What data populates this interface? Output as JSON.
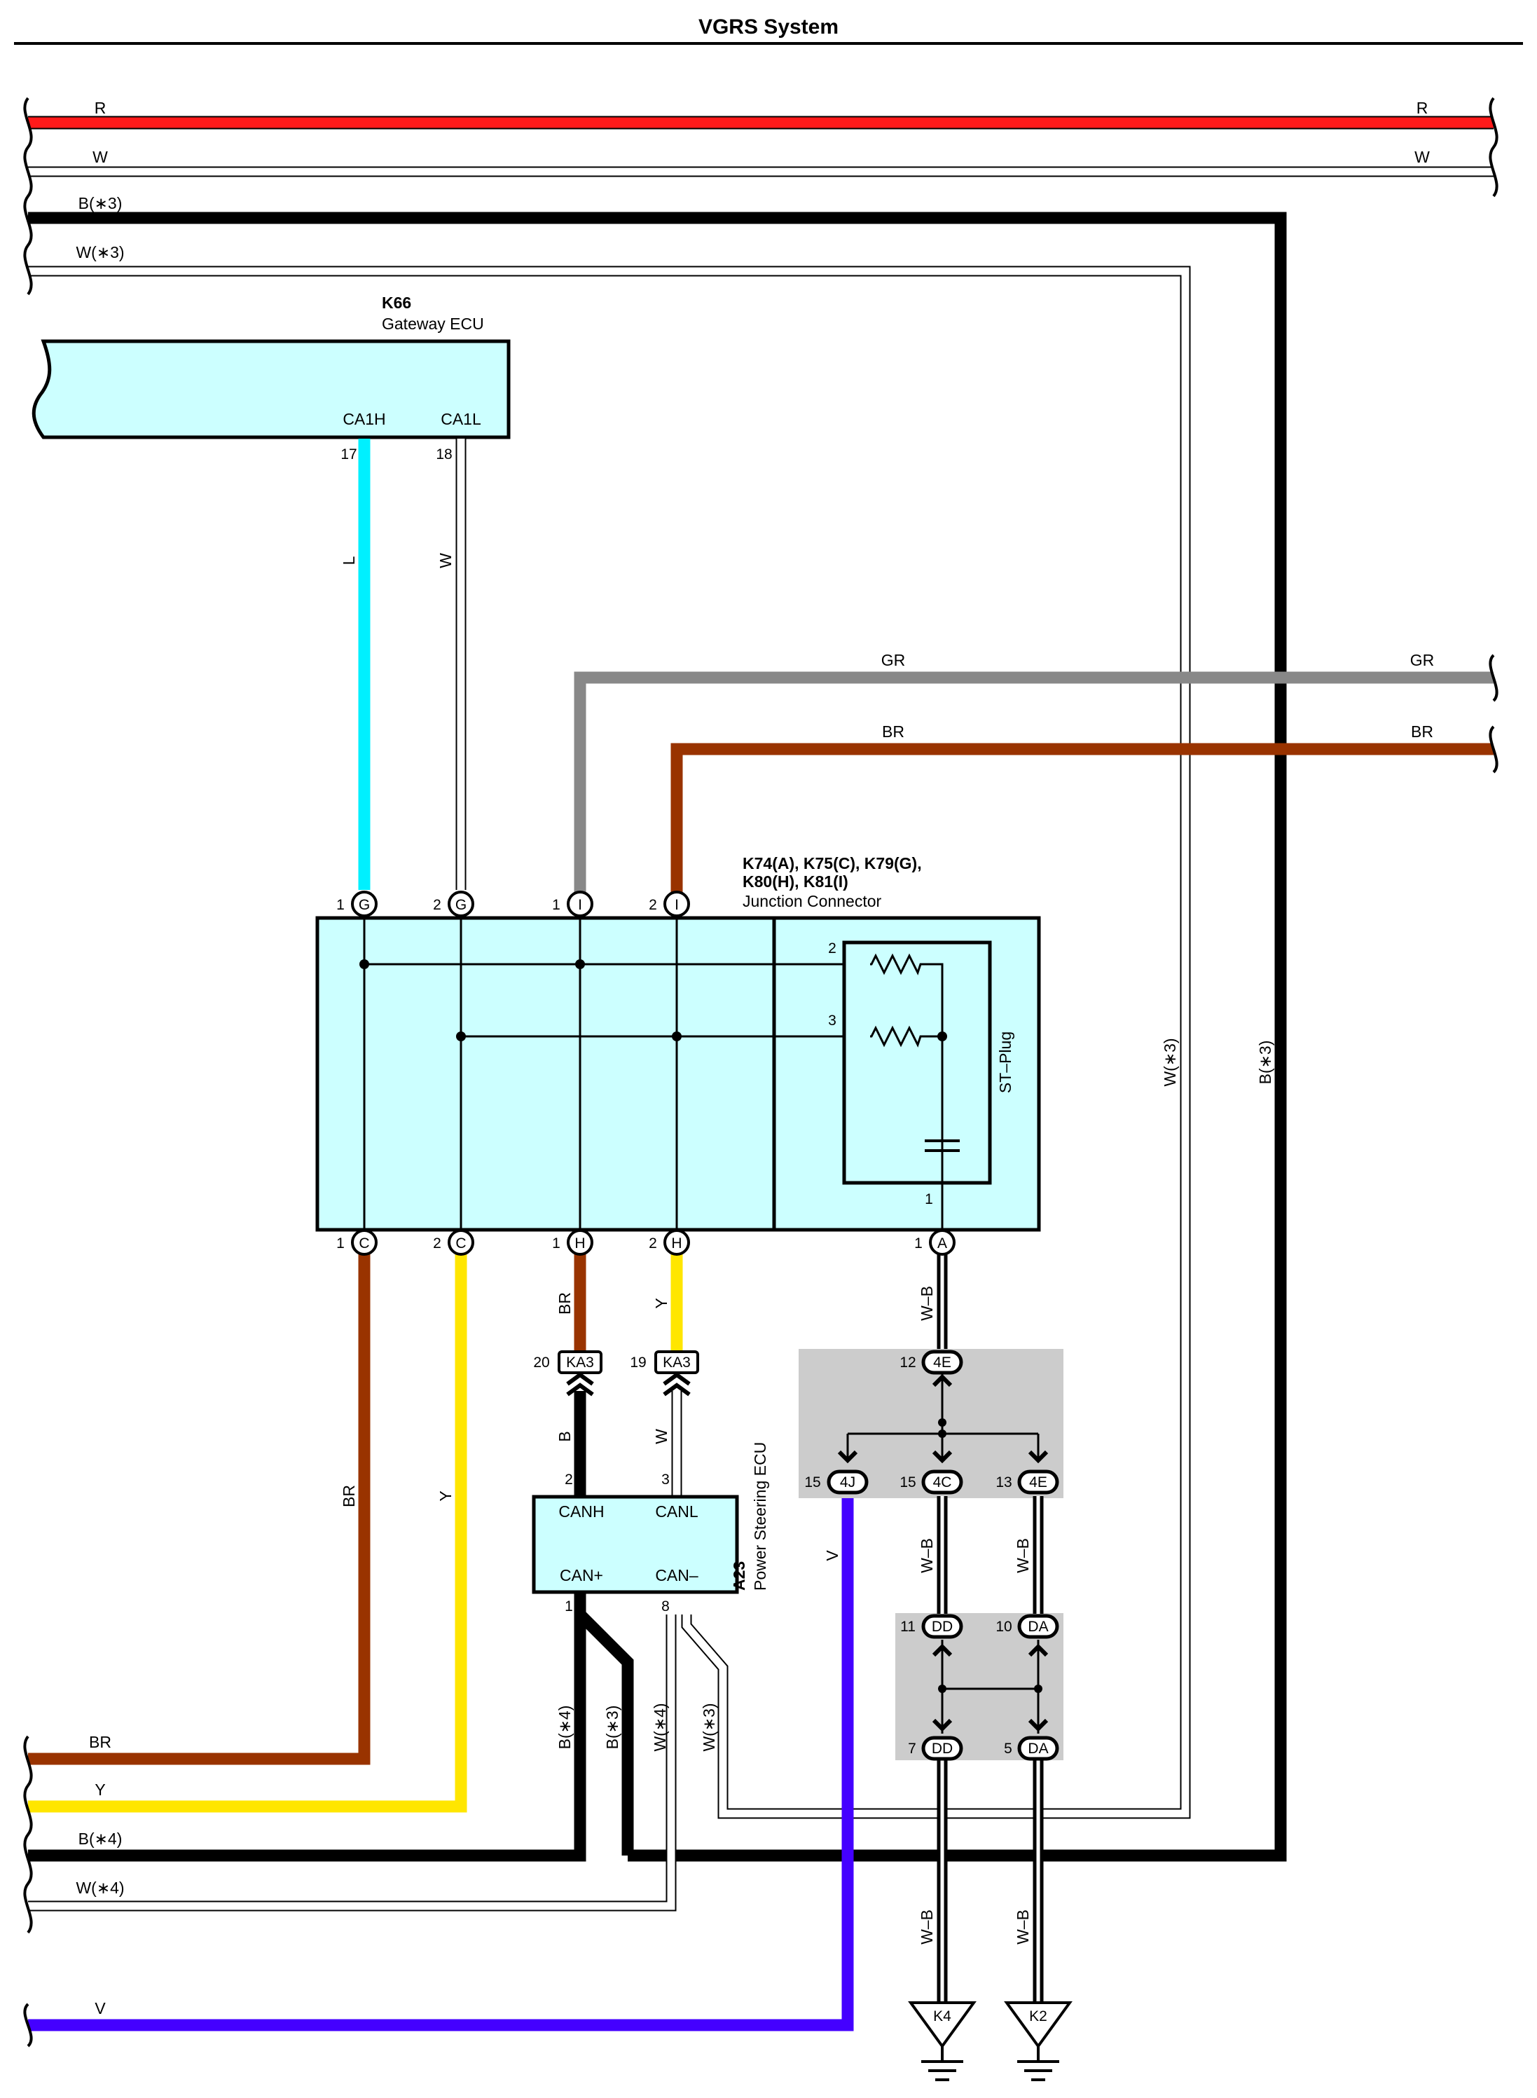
{
  "title": "VGRS System",
  "colors": {
    "R": "#ff1a1a",
    "W": "#ffffff",
    "B": "#000000",
    "L": "#00f0ff",
    "GR": "#888888",
    "BR": "#993300",
    "Y": "#ffe600",
    "V": "#4400ff",
    "WB": "#000000",
    "ecu_fill": "#ccffff",
    "jb_fill": "#cccccc"
  },
  "bus_left": {
    "R": "R",
    "W": "W",
    "B3": "B(∗3)",
    "W3": "W(∗3)",
    "BR": "BR",
    "Y": "Y",
    "B4": "B(∗4)",
    "W4": "W(∗4)",
    "V": "V"
  },
  "bus_right": {
    "R": "R",
    "W": "W",
    "GR": "GR",
    "BR": "BR"
  },
  "mid_wires": {
    "GR": "GR",
    "BR": "BR",
    "W3": "W(∗3)",
    "B3": "B(∗3)"
  },
  "k66": {
    "id": "K66",
    "name": "Gateway ECU",
    "pin1": "CA1H",
    "pin2": "CA1L",
    "num1": "17",
    "num2": "18",
    "wire1": "L",
    "wire2": "W"
  },
  "jc": {
    "ids_line1": "K74(A), K75(C), K79(G),",
    "ids_line2": "K80(H), K81(I)",
    "name": "Junction Connector",
    "stplug": "ST–Plug",
    "top_pins": [
      {
        "num": "1",
        "conn": "G"
      },
      {
        "num": "2",
        "conn": "G"
      },
      {
        "num": "1",
        "conn": "I"
      },
      {
        "num": "2",
        "conn": "I"
      }
    ],
    "bottom_pins": [
      {
        "num": "1",
        "conn": "C"
      },
      {
        "num": "2",
        "conn": "C"
      },
      {
        "num": "1",
        "conn": "H"
      },
      {
        "num": "2",
        "conn": "H"
      },
      {
        "num": "1",
        "conn": "A"
      }
    ],
    "plug_pins": [
      "2",
      "3",
      "1"
    ]
  },
  "lower_wires": {
    "BR": "BR",
    "Y": "Y",
    "BRh": "BR",
    "Yh": "Y",
    "B": "B",
    "Wk": "W",
    "B4": "B(∗4)",
    "B3": "B(∗3)",
    "W4": "W(∗4)",
    "W3": "W(∗3)",
    "V": "V",
    "WB": "W–B"
  },
  "ka3": [
    {
      "num": "20",
      "conn": "KA3"
    },
    {
      "num": "19",
      "conn": "KA3"
    }
  ],
  "a23": {
    "id": "A23",
    "name": "Power Steering ECU",
    "canh": "CANH",
    "canl": "CANL",
    "canp": "CAN+",
    "canm": "CAN–",
    "p2": "2",
    "p3": "3",
    "p1": "1",
    "p8": "8"
  },
  "junction_block": {
    "top": {
      "num": "12",
      "conn": "4E"
    },
    "outs": [
      {
        "num": "15",
        "conn": "4J"
      },
      {
        "num": "15",
        "conn": "4C"
      },
      {
        "num": "13",
        "conn": "4E"
      }
    ],
    "mid_top": [
      {
        "num": "11",
        "conn": "DD"
      },
      {
        "num": "10",
        "conn": "DA"
      }
    ],
    "mid_bot": [
      {
        "num": "7",
        "conn": "DD"
      },
      {
        "num": "5",
        "conn": "DA"
      }
    ]
  },
  "grounds": [
    "K4",
    "K2"
  ]
}
